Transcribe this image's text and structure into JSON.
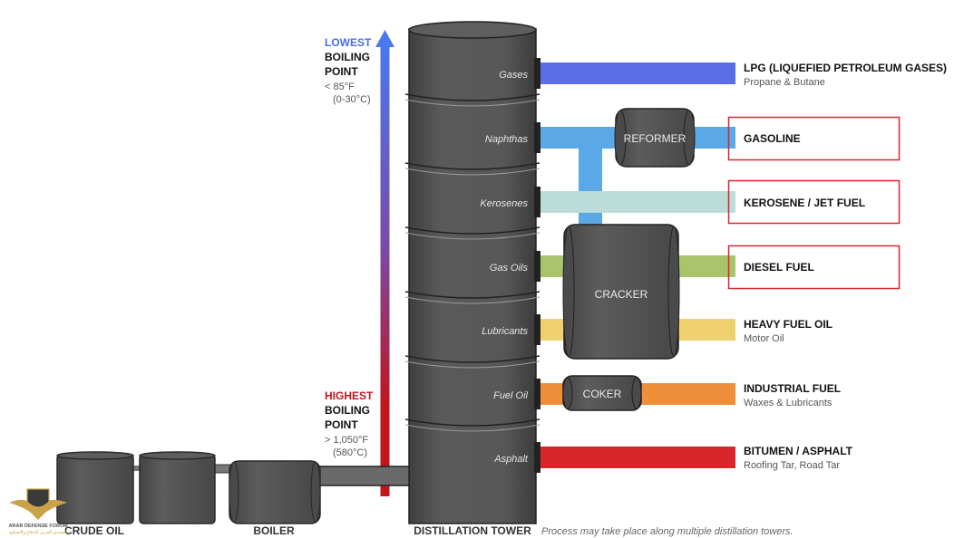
{
  "boiling_scale": {
    "top_word": "LOWEST",
    "top_line2": "BOILING",
    "top_line3": "POINT",
    "top_temp_f": "< 85°F",
    "top_temp_c": "(0-30°C)",
    "bottom_word": "HIGHEST",
    "bottom_line2": "BOILING",
    "bottom_line3": "POINT",
    "bottom_temp_f": "> 1,050°F",
    "bottom_temp_c": "(580°C)"
  },
  "tower_fractions": [
    "Gases",
    "Naphthas",
    "Kerosenes",
    "Gas Oils",
    "Lubricants",
    "Fuel Oil",
    "Asphalt"
  ],
  "units": {
    "reformer": "REFORMER",
    "cracker": "CRACKER",
    "coker": "COKER"
  },
  "products": [
    {
      "title": "LPG (LIQUEFIED PETROLEUM GASES)",
      "sub": "Propane & Butane",
      "boxed": false,
      "color": "#5b6ee8"
    },
    {
      "title": "GASOLINE",
      "sub": "",
      "boxed": true,
      "color": "#5aa9e6"
    },
    {
      "title": "KEROSENE / JET FUEL",
      "sub": "",
      "boxed": true,
      "color": "#bcdcd8"
    },
    {
      "title": "DIESEL FUEL",
      "sub": "",
      "boxed": true,
      "color": "#a9c46a"
    },
    {
      "title": "HEAVY FUEL OIL",
      "sub": "Motor Oil",
      "boxed": false,
      "color": "#f0cf6e"
    },
    {
      "title": "INDUSTRIAL FUEL",
      "sub": "Waxes & Lubricants",
      "boxed": false,
      "color": "#ef8f3a"
    },
    {
      "title": "BITUMEN / ASPHALT",
      "sub": "Roofing Tar, Road Tar",
      "boxed": false,
      "color": "#d8262a"
    }
  ],
  "bottom_labels": {
    "crude_oil": "CRUDE OIL",
    "boiler": "BOILER",
    "tower": "DISTILLATION TOWER",
    "note": "Process may take place along multiple distillation towers."
  },
  "watermark": {
    "line1": "ARAB DEFENSE FORUM",
    "line2": "المنتدى العربي للدفاع والتسليح"
  },
  "colors": {
    "equipment": "#545454",
    "highest_red": "#c0161c",
    "lowest_blue": "#4a6fe0",
    "box_red": "#d7262b"
  }
}
